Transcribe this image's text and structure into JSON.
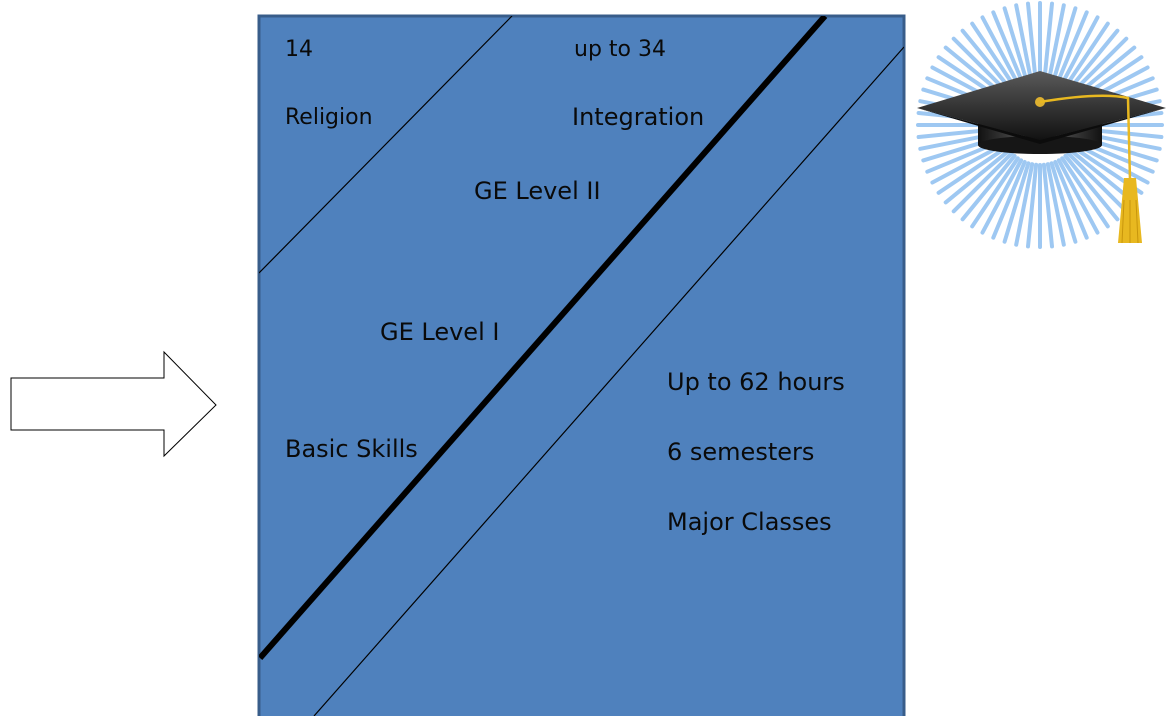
{
  "colors": {
    "panel_fill": "#4f81bd",
    "panel_border": "#385d8a",
    "line": "#000000",
    "text": "#0a0a0a",
    "arrow_fill": "#ffffff",
    "arrow_stroke": "#000000",
    "burst": "#9ec8f2",
    "cap": "#222222",
    "tassel": "#e8b820"
  },
  "icons": {
    "arrow": "right-arrow-outline-icon",
    "cap": "graduation-cap-icon"
  },
  "labels": {
    "religion_hours": "14",
    "religion": "Religion",
    "integration_hours": "up to 34",
    "integration": "Integration",
    "ge_level_2": "GE Level II",
    "ge_level_1": "GE Level I",
    "basic_skills": "Basic Skills",
    "major_hours": "Up to 62 hours",
    "major_semesters": "6 semesters",
    "major_classes": "Major Classes"
  }
}
